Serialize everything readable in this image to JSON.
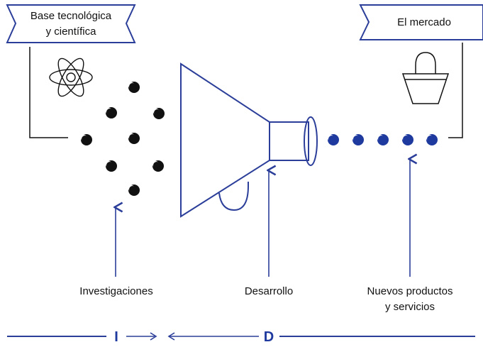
{
  "banners": {
    "left": {
      "line1": "Base tecnológica",
      "line2": "y científica"
    },
    "right": {
      "label": "El mercado"
    }
  },
  "labels": {
    "investigaciones": "Investigaciones",
    "desarrollo": "Desarrollo",
    "nuevos_line1": "Nuevos productos",
    "nuevos_line2": "y servicios"
  },
  "phases": {
    "i": "I",
    "d": "D"
  },
  "icons": {
    "science": "atom-icon",
    "market": "shopping-bag-icon"
  },
  "colors": {
    "ink": "#1a1a1a",
    "blue": "#2b3e99",
    "navy_dot": "#1f3a9e"
  }
}
